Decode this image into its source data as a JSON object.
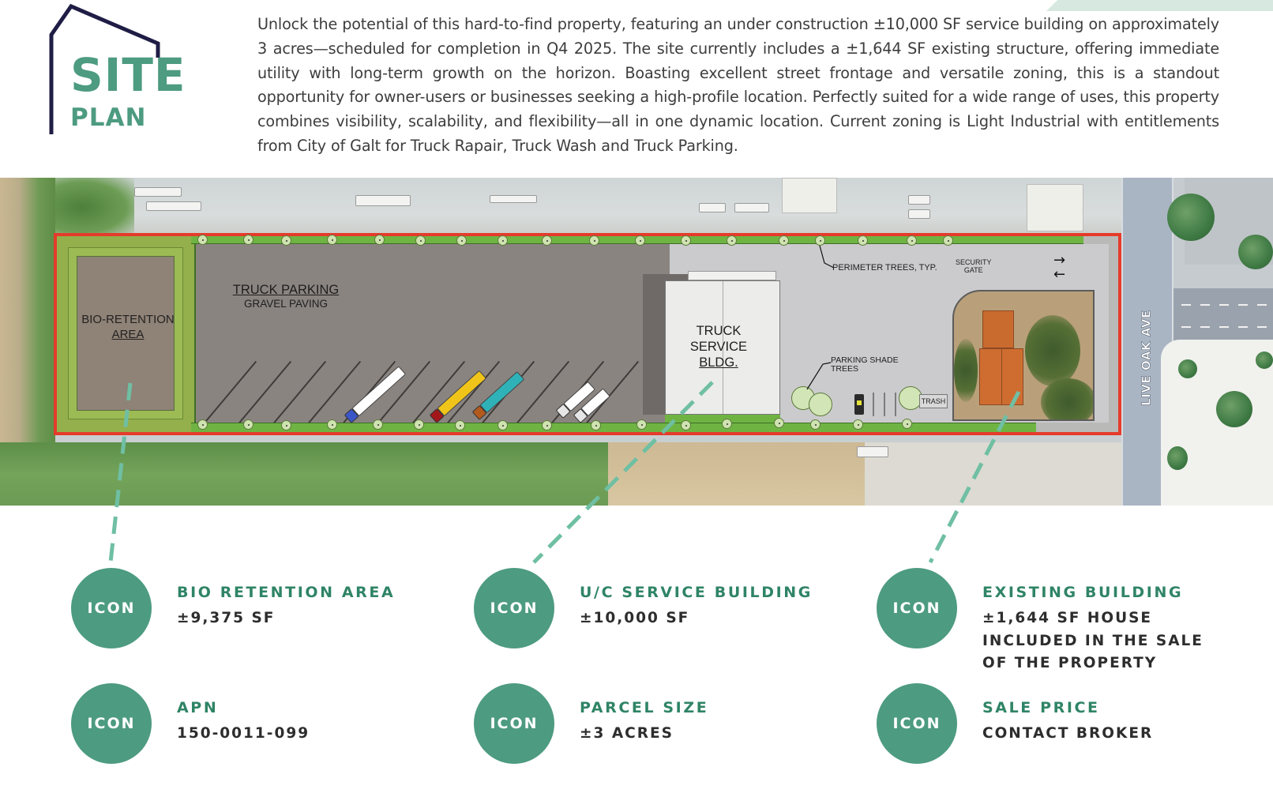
{
  "header": {
    "logo_line1": "SITE",
    "logo_line2": "PLAN",
    "description": "Unlock the potential of this hard-to-find property, featuring an under construction ±10,000 SF service building on approximately 3 acres—scheduled for completion in Q4 2025. The site currently includes a ±1,644 SF existing structure, offering immediate utility with long-term growth on the horizon. Boasting excellent street frontage and versatile zoning, this is a standout opportunity for owner-users or businesses seeking a high-profile location. Perfectly suited for a wide range of uses, this property combines visibility, scalability, and flexibility—all in one dynamic location. Current zoning is Light Industrial with entitlements from City of Galt for Truck Rapair, Truck Wash and Truck Parking."
  },
  "site_plan": {
    "bio_retention": {
      "line1": "BIO-RETENTION",
      "line2": "AREA"
    },
    "truck_parking": {
      "line1": "TRUCK PARKING",
      "line2": "GRAVEL PAVING"
    },
    "service_building": {
      "line1": "TRUCK",
      "line2": "SERVICE",
      "line3": "BLDG."
    },
    "perimeter_trees": "PERIMETER TREES, TYP.",
    "security_gate": {
      "line1": "SECURITY",
      "line2": "GATE"
    },
    "parking_shade_trees": {
      "line1": "PARKING SHADE",
      "line2": "TREES"
    },
    "trash": "TRASH",
    "street_name": "LIVE OAK AVE",
    "arrow_in": "→",
    "arrow_out": "←",
    "colors": {
      "parcel_outline": "#e53b2b",
      "landscape_strip": "#6fb443",
      "gravel": "#8a8481",
      "paved": "#cbcbcd",
      "leader_line": "#6fbfa3"
    }
  },
  "features": [
    {
      "icon": "ICON",
      "title": "BIO RETENTION AREA",
      "value": [
        "±9,375 SF"
      ]
    },
    {
      "icon": "ICON",
      "title": "U/C SERVICE BUILDING",
      "value": [
        "±10,000 SF"
      ]
    },
    {
      "icon": "ICON",
      "title": "EXISTING BUILDING",
      "value": [
        "±1,644 SF HOUSE",
        "INCLUDED IN THE SALE",
        "OF THE PROPERTY"
      ]
    },
    {
      "icon": "ICON",
      "title": "APN",
      "value": [
        "150-0011-099"
      ]
    },
    {
      "icon": "ICON",
      "title": "PARCEL SIZE",
      "value": [
        "±3 ACRES"
      ]
    },
    {
      "icon": "ICON",
      "title": "SALE PRICE",
      "value": [
        "CONTACT BROKER"
      ]
    }
  ],
  "theme": {
    "accent": "#4d9b80",
    "title_green": "#2f8466",
    "logo_outline": "#1f1d45",
    "body_text": "#3d3d3d"
  }
}
